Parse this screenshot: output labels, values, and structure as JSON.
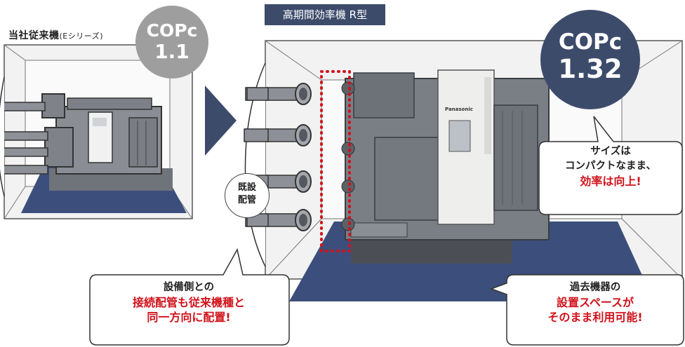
{
  "old_model": {
    "label": "当社従来機",
    "label_suffix": "(Eシリーズ)",
    "cop_line1": "COPc",
    "cop_line2": "1.1"
  },
  "new_model": {
    "label": "高期間効率機 R型",
    "cop_line1": "COPc",
    "cop_line2": "1.32"
  },
  "existing_pipe": {
    "line1": "既設",
    "line2": "配管"
  },
  "callouts": {
    "size": {
      "line1": "サイズは",
      "line2": "コンパクトなまま、",
      "line3": "効率は向上!"
    },
    "piping": {
      "line1": "設備側との",
      "line2": "接続配管も従来機種と",
      "line3": "同一方向に配置!"
    },
    "space": {
      "line1": "過去機器の",
      "line2": "設置スペースが",
      "line3": "そのまま利用可能!"
    }
  },
  "machine_brand": "Panasonic",
  "colors": {
    "navy": "#3d4b6b",
    "gray_badge": "#9e9e9e",
    "accent_red": "#d0121b",
    "floor_blue": "#3c4f7c",
    "machine_gray": "#7a7f86"
  }
}
